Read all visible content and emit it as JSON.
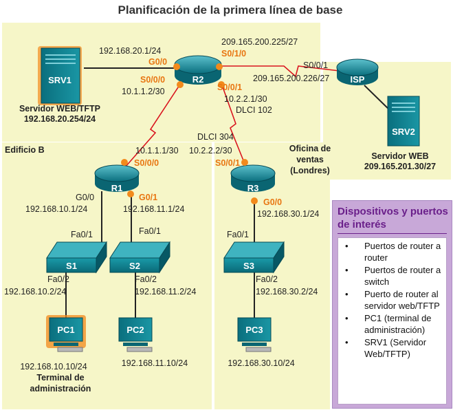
{
  "title": "Planificación de la primera línea de base",
  "areas": {
    "edificio_b": "Edificio B",
    "oficina_line1": "Oficina de",
    "oficina_line2": "ventas",
    "oficina_line3": "(Londres)"
  },
  "devices": {
    "r1": "R1",
    "r2": "R2",
    "r3": "R3",
    "isp": "ISP",
    "s1": "S1",
    "s2": "S2",
    "s3": "S3",
    "pc1": "PC1",
    "pc2": "PC2",
    "pc3": "PC3",
    "srv1": "SRV1",
    "srv2": "SRV2"
  },
  "captions": {
    "srv1_name": "Servidor WEB/TFTP",
    "srv1_ip": "192.168.20.254/24",
    "srv2_name": "Servidor WEB",
    "srv2_ip": "209.165.201.30/27",
    "pc1_ip": "192.168.10.10/24",
    "pc1_role_1": "Terminal de",
    "pc1_role_2": "administración",
    "pc2_ip": "192.168.11.10/24",
    "pc3_ip": "192.168.30.10/24"
  },
  "labels": {
    "r2_g00_ip": "192.168.20.1/24",
    "r2_g00": "G0/0",
    "r2_s010_ip": "209.165.200.225/27",
    "r2_s010": "S0/1/0",
    "isp_s001": "S0/0/1",
    "isp_s001_ip": "209.165.200.226/27",
    "r2_s000": "S0/0/0",
    "r2_s000_ip": "10.1.1.2/30",
    "r2_s001": "S0/0/1",
    "r2_s001_ip": "10.2.2.1/30",
    "dlci_102": "DLCI 102",
    "dlci_304": "DLCI 304",
    "r1_s000_ip": "10.1.1.1/30",
    "r3_s001_ip": "10.2.2.2/30",
    "r1_s000": "S0/0/0",
    "r3_s001": "S0/0/1",
    "r1_g00": "G0/0",
    "r1_g00_ip": "192.168.10.1/24",
    "r1_g01": "G0/1",
    "r1_g01_ip": "192.168.11.1/24",
    "r3_g00": "G0/0",
    "r3_g00_ip": "192.168.30.1/24",
    "s1_fa01": "Fa0/1",
    "s2_fa01": "Fa0/1",
    "s3_fa01": "Fa0/1",
    "s1_fa02": "Fa0/2",
    "s1_fa02_ip": "192.168.10.2/24",
    "s2_fa02": "Fa0/2",
    "s2_fa02_ip": "192.168.11.2/24",
    "s3_fa02": "Fa0/2",
    "s3_fa02_ip": "192.168.30.2/24"
  },
  "legend": {
    "title": "Dispositivos y puertos de interés",
    "items": [
      "Puertos de router a router",
      "Puertos de router a switch",
      "Puerto de router al servidor web/TFTP",
      "PC1 (terminal de administración)",
      "SRV1 (Servidor Web/TFTP)"
    ]
  },
  "colors": {
    "area_bg": "#f6f6c8",
    "device": "#0c7f8e",
    "highlight": "#f28a1c",
    "wan_link": "#d9141e",
    "legend_bg": "#c8a8d8"
  }
}
